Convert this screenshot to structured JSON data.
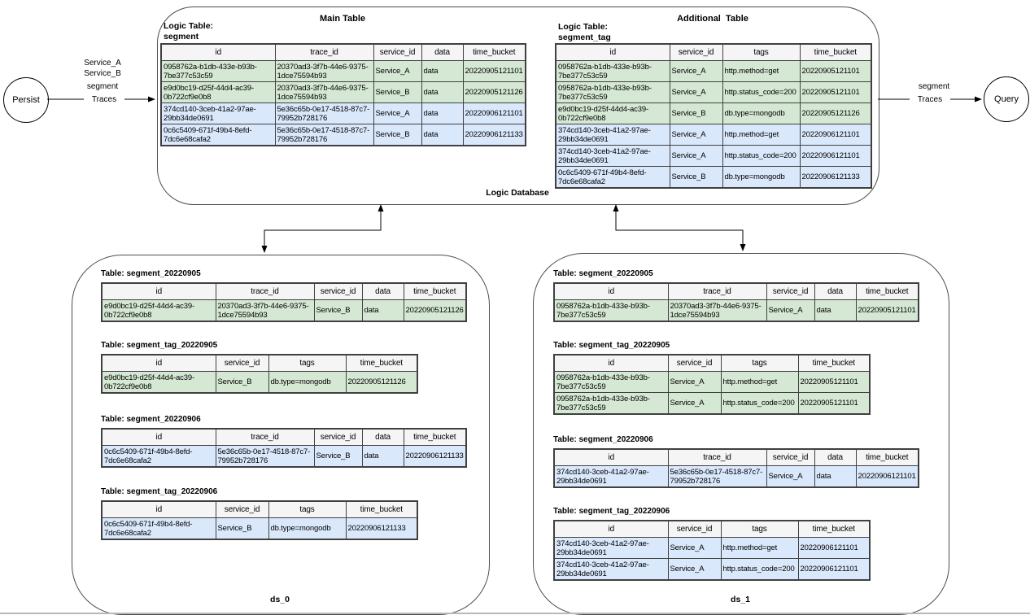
{
  "colors": {
    "green_row": "#d5e8d4",
    "blue_row": "#dae8fc",
    "header_bg": "#f5f5f5",
    "border": "#404040"
  },
  "persist_node": {
    "label": "Persist"
  },
  "query_node": {
    "label": "Query"
  },
  "persist_flow": {
    "service_label_1": "Service_A",
    "service_label_2": "Service_B",
    "table_label": "segment",
    "arrow_label": "Traces"
  },
  "query_flow": {
    "table_label": "segment",
    "arrow_label": "Traces"
  },
  "logic_database": {
    "label": "Logic Database",
    "main_table": {
      "title": "Main Table",
      "subtitle_line1": "Logic Table:",
      "subtitle_line2": "segment",
      "columns": [
        "id",
        "trace_id",
        "service_id",
        "data",
        "time_bucket"
      ],
      "rows": [
        {
          "color": "green",
          "cells": [
            "0958762a-b1db-433e-b93b-7be377c53c59",
            "20370ad3-3f7b-44e6-9375-1dce75594b93",
            "Service_A",
            "data",
            "20220905121101"
          ]
        },
        {
          "color": "green",
          "cells": [
            "e9d0bc19-d25f-44d4-ac39-0b722cf9e0b8",
            "20370ad3-3f7b-44e6-9375-1dce75594b93",
            "Service_B",
            "data",
            "20220905121126"
          ]
        },
        {
          "color": "blue",
          "cells": [
            "374cd140-3ceb-41a2-97ae-29bb34de0691",
            "5e36c65b-0e17-4518-87c7-79952b728176",
            "Service_A",
            "data",
            "20220906121101"
          ]
        },
        {
          "color": "blue",
          "cells": [
            "0c6c5409-671f-49b4-8efd-7dc6e68cafa2",
            "5e36c65b-0e17-4518-87c7-79952b728176",
            "Service_B",
            "data",
            "20220906121133"
          ]
        }
      ]
    },
    "additional_table": {
      "title": "Additional  Table",
      "subtitle_line1": "Logic Table:",
      "subtitle_line2": "segment_tag",
      "columns": [
        "id",
        "service_id",
        "tags",
        "time_bucket"
      ],
      "rows": [
        {
          "color": "green",
          "cells": [
            "0958762a-b1db-433e-b93b-7be377c53c59",
            "Service_A",
            "http.method=get",
            "20220905121101"
          ]
        },
        {
          "color": "green",
          "cells": [
            "0958762a-b1db-433e-b93b-7be377c53c59",
            "Service_A",
            "http.status_code=200",
            "20220905121101"
          ]
        },
        {
          "color": "green",
          "cells": [
            "e9d0bc19-d25f-44d4-ac39-0b722cf9e0b8",
            "Service_B",
            "db.type=mongodb",
            "20220905121126"
          ]
        },
        {
          "color": "blue",
          "cells": [
            "374cd140-3ceb-41a2-97ae-29bb34de0691",
            "Service_A",
            "http.method=get",
            "20220906121101"
          ]
        },
        {
          "color": "blue",
          "cells": [
            "374cd140-3ceb-41a2-97ae-29bb34de0691",
            "Service_A",
            "http.status_code=200",
            "20220906121101"
          ]
        },
        {
          "color": "blue",
          "cells": [
            "0c6c5409-671f-49b4-8efd-7dc6e68cafa2",
            "Service_B",
            "db.type=mongodb",
            "20220906121133"
          ]
        }
      ]
    }
  },
  "ds_0": {
    "label": "ds_0",
    "tables": [
      {
        "caption": "Table: segment_20220905",
        "columns": [
          "id",
          "trace_id",
          "service_id",
          "data",
          "time_bucket"
        ],
        "rows": [
          {
            "color": "green",
            "cells": [
              "e9d0bc19-d25f-44d4-ac39-0b722cf9e0b8",
              "20370ad3-3f7b-44e6-9375-1dce75594b93",
              "Service_B",
              "data",
              "20220905121126"
            ]
          }
        ]
      },
      {
        "caption": "Table: segment_tag_20220905",
        "columns": [
          "id",
          "service_id",
          "tags",
          "time_bucket"
        ],
        "rows": [
          {
            "color": "green",
            "cells": [
              "e9d0bc19-d25f-44d4-ac39-0b722cf9e0b8",
              "Service_B",
              "db.type=mongodb",
              "20220905121126"
            ]
          }
        ]
      },
      {
        "caption": "Table: segment_20220906",
        "columns": [
          "id",
          "trace_id",
          "service_id",
          "data",
          "time_bucket"
        ],
        "rows": [
          {
            "color": "blue",
            "cells": [
              "0c6c5409-671f-49b4-8efd-7dc6e68cafa2",
              "5e36c65b-0e17-4518-87c7-79952b728176",
              "Service_B",
              "data",
              "20220906121133"
            ]
          }
        ]
      },
      {
        "caption": "Table: segment_tag_20220906",
        "columns": [
          "id",
          "service_id",
          "tags",
          "time_bucket"
        ],
        "rows": [
          {
            "color": "blue",
            "cells": [
              "0c6c5409-671f-49b4-8efd-7dc6e68cafa2",
              "Service_B",
              "db.type=mongodb",
              "20220906121133"
            ]
          }
        ]
      }
    ]
  },
  "ds_1": {
    "label": "ds_1",
    "tables": [
      {
        "caption": "Table: segment_20220905",
        "columns": [
          "id",
          "trace_id",
          "service_id",
          "data",
          "time_bucket"
        ],
        "rows": [
          {
            "color": "green",
            "cells": [
              "0958762a-b1db-433e-b93b-7be377c53c59",
              "20370ad3-3f7b-44e6-9375-1dce75594b93",
              "Service_A",
              "data",
              "20220905121101"
            ]
          }
        ]
      },
      {
        "caption": "Table: segment_tag_20220905",
        "columns": [
          "id",
          "service_id",
          "tags",
          "time_bucket"
        ],
        "rows": [
          {
            "color": "green",
            "cells": [
              "0958762a-b1db-433e-b93b-7be377c53c59",
              "Service_A",
              "http.method=get",
              "20220905121101"
            ]
          },
          {
            "color": "green",
            "cells": [
              "0958762a-b1db-433e-b93b-7be377c53c59",
              "Service_A",
              "http.status_code=200",
              "20220905121101"
            ]
          }
        ]
      },
      {
        "caption": "Table: segment_20220906",
        "columns": [
          "id",
          "trace_id",
          "service_id",
          "data",
          "time_bucket"
        ],
        "rows": [
          {
            "color": "blue",
            "cells": [
              "374cd140-3ceb-41a2-97ae-29bb34de0691",
              "5e36c65b-0e17-4518-87c7-79952b728176",
              "Service_A",
              "data",
              "20220906121101"
            ]
          }
        ]
      },
      {
        "caption": "Table: segment_tag_20220906",
        "columns": [
          "id",
          "service_id",
          "tags",
          "time_bucket"
        ],
        "rows": [
          {
            "color": "blue",
            "cells": [
              "374cd140-3ceb-41a2-97ae-29bb34de0691",
              "Service_A",
              "http.method=get",
              "20220906121101"
            ]
          },
          {
            "color": "blue",
            "cells": [
              "374cd140-3ceb-41a2-97ae-29bb34de0691",
              "Service_A",
              "http.status_code=200",
              "20220906121101"
            ]
          }
        ]
      }
    ]
  }
}
